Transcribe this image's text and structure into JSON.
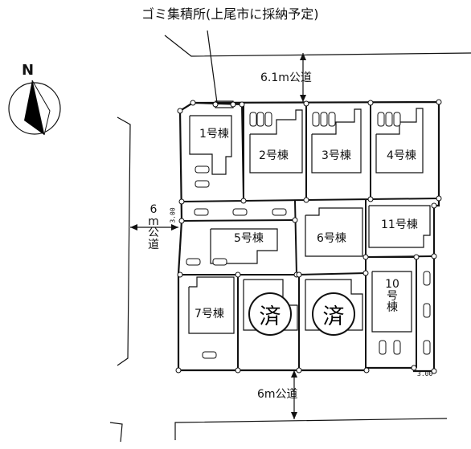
{
  "garbage_station_label": "ゴミ集積所(上尾市に採納予定)",
  "north_label": "N",
  "roads": {
    "north": "6.1m公道",
    "west": [
      "6",
      "m",
      "公",
      "道"
    ],
    "south": "6m公道"
  },
  "dimensions": {
    "west_passage": "3.00",
    "east_passage": "3.00"
  },
  "lots": {
    "lot1": "1号棟",
    "lot2": "2号棟",
    "lot3": "3号棟",
    "lot4": "4号棟",
    "lot5": "5号棟",
    "lot6": "6号棟",
    "lot7": "7号棟",
    "lot10": [
      "10",
      "号",
      "棟"
    ],
    "lot11": "11号棟"
  },
  "sold_mark": "済",
  "colors": {
    "line": "#111111",
    "compass_fill": "#000000",
    "background": "#ffffff"
  }
}
